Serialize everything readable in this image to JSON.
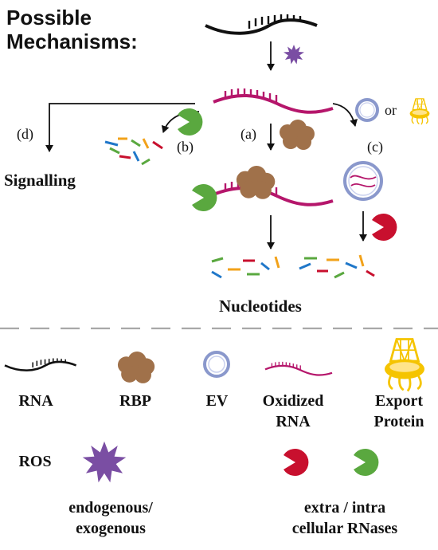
{
  "title": {
    "line1": "Possible",
    "line2": "Mechanisms:"
  },
  "pathway": {
    "or_text": "or",
    "label_a": "(a)",
    "label_b": "(b)",
    "label_c": "(c)",
    "label_d": "(d)",
    "signalling": "Signalling",
    "nucleotides": "Nucleotides"
  },
  "legend": {
    "rna": "RNA",
    "rbp": "RBP",
    "ev": "EV",
    "oxidized_line1": "Oxidized",
    "oxidized_line2": "RNA",
    "export_line1": "Export",
    "export_line2": "Protein",
    "ros": "ROS",
    "endo_line1": "endogenous/",
    "endo_line2": "exogenous",
    "rnases_line1": "extra / intra",
    "rnases_line2": "cellular RNases"
  },
  "colors": {
    "rna": "#111111",
    "oxidized_rna": "#b5166b",
    "rbp": "#a0714a",
    "ev": "#8a98cc",
    "export_protein": "#f5c400",
    "ros": "#7a4ea3",
    "rnase_red": "#c8102e",
    "rnase_green": "#5aa83f",
    "divider": "#a8a8a8"
  },
  "icons": [
    "rna-strand-icon",
    "rbp-icon",
    "ev-vesicle-icon",
    "oxidized-rna-icon",
    "export-protein-icon",
    "ros-burst-icon",
    "rnase-red-icon",
    "rnase-green-icon",
    "nucleotide-fragments-icon"
  ]
}
